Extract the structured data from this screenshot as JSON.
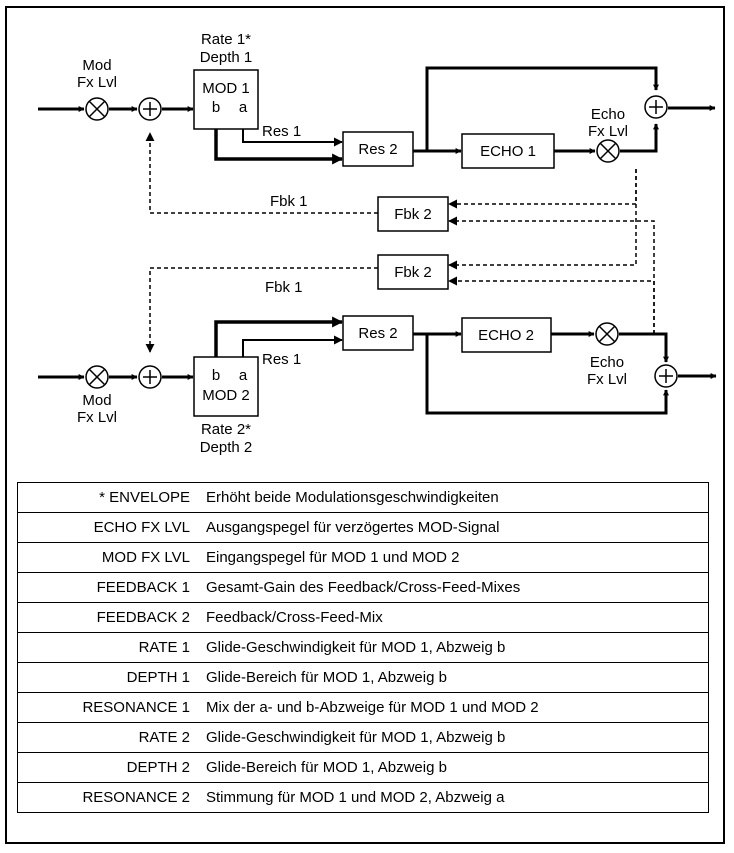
{
  "diagram": {
    "mod_fx_lvl_top": [
      "Mod",
      "Fx Lvl"
    ],
    "mod_fx_lvl_bottom": [
      "Mod",
      "Fx Lvl"
    ],
    "rate1": "Rate 1*",
    "depth1": "Depth 1",
    "mod1": "MOD 1",
    "mod2": "MOD 2",
    "port_b": "b",
    "port_a": "a",
    "rate2": "Rate 2*",
    "depth2": "Depth 2",
    "res1_top": "Res 1",
    "res1_bottom": "Res 1",
    "res2_top": "Res 2",
    "res2_bottom": "Res 2",
    "echo1": "ECHO 1",
    "echo2": "ECHO 2",
    "echo_fx_lvl_top": [
      "Echo",
      "Fx Lvl"
    ],
    "echo_fx_lvl_bottom": [
      "Echo",
      "Fx Lvl"
    ],
    "fbk1_top": "Fbk 1",
    "fbk1_bottom": "Fbk 1",
    "fbk2_top": "Fbk 2",
    "fbk2_bottom": "Fbk 2"
  },
  "legend": [
    {
      "term": "* ENVELOPE",
      "desc": "Erhöht beide Modulationsgeschwindigkeiten"
    },
    {
      "term": "ECHO FX LVL",
      "desc": "Ausgangspegel für verzögertes MOD-Signal"
    },
    {
      "term": "MOD FX LVL",
      "desc": "Eingangspegel für MOD 1 und MOD 2"
    },
    {
      "term": "FEEDBACK 1",
      "desc": "Gesamt-Gain des Feedback/Cross-Feed-Mixes"
    },
    {
      "term": "FEEDBACK 2",
      "desc": "Feedback/Cross-Feed-Mix"
    },
    {
      "term": "RATE 1",
      "desc": "Glide-Geschwindigkeit für MOD 1, Abzweig b"
    },
    {
      "term": "DEPTH 1",
      "desc": "Glide-Bereich für MOD 1, Abzweig b"
    },
    {
      "term": "RESONANCE 1",
      "desc": "Mix der a- und b-Abzweige für MOD 1 und MOD 2"
    },
    {
      "term": "RATE 2",
      "desc": "Glide-Geschwindigkeit für MOD 1, Abzweig b"
    },
    {
      "term": "DEPTH 2",
      "desc": "Glide-Bereich für MOD 1, Abzweig b"
    },
    {
      "term": "RESONANCE 2",
      "desc": "Stimmung für MOD 1 und MOD 2, Abzweig a"
    }
  ]
}
